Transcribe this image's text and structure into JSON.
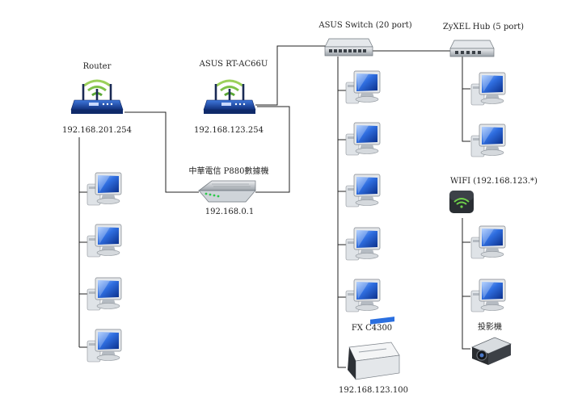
{
  "nodes": {
    "router": {
      "label": "Router",
      "ip": "192.168.201.254",
      "icon": "wifi-router-icon"
    },
    "asus_router": {
      "label": "ASUS RT-AC66U",
      "ip": "192.168.123.254",
      "icon": "wifi-router-icon"
    },
    "modem": {
      "label": "中華電信 P880數據機",
      "ip": "192.168.0.1",
      "icon": "modem-icon"
    },
    "asus_switch": {
      "label": "ASUS Switch (20 port)",
      "icon": "switch-icon"
    },
    "zyxel_hub": {
      "label": "ZyXEL Hub (5 port)",
      "icon": "hub-icon"
    },
    "wifi": {
      "label": "WIFI (192.168.123.*)",
      "icon": "wifi-icon"
    },
    "printer": {
      "label": "FX C4300",
      "ip": "192.168.123.100",
      "icon": "printer-icon"
    },
    "projector": {
      "label": "投影機",
      "icon": "projector-icon"
    }
  },
  "colors": {
    "line": "#222222",
    "router_body": "#1c48a8",
    "antenna_signal": "#7ec24a",
    "monitor_screen": "#1e4fc8",
    "device_grey": "#b9bec4"
  }
}
